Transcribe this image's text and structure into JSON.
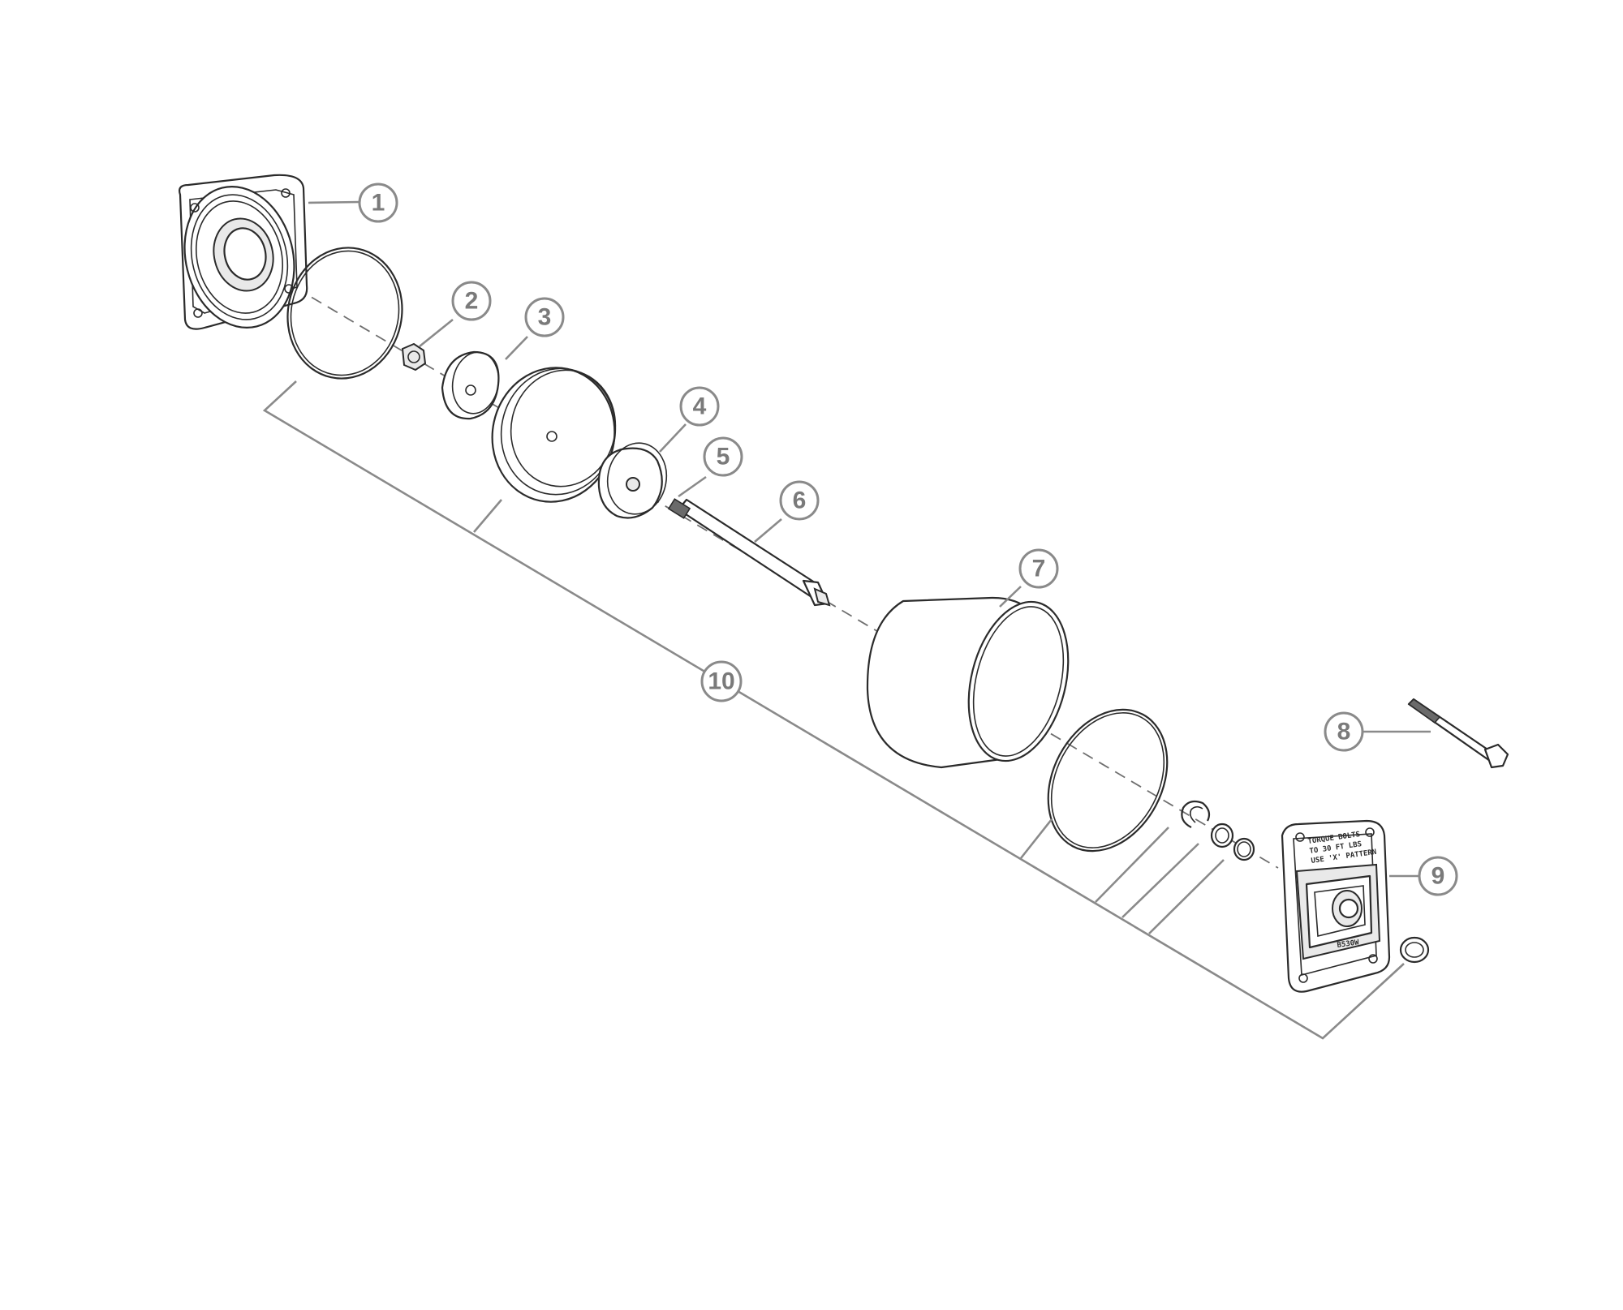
{
  "callouts": [
    {
      "label": "1"
    },
    {
      "label": "2"
    },
    {
      "label": "3"
    },
    {
      "label": "4"
    },
    {
      "label": "5"
    },
    {
      "label": "6"
    },
    {
      "label": "7"
    },
    {
      "label": "8"
    },
    {
      "label": "9"
    },
    {
      "label": "10"
    }
  ],
  "cover_plate": {
    "line1": "TORQUE BOLTS",
    "line2": "TO 30 FT LBS",
    "line3": "USE 'X' PATTERN",
    "code": "B530W"
  },
  "colors": {
    "callout": "#8a8a8a",
    "line_art": "#2b2b2b"
  }
}
